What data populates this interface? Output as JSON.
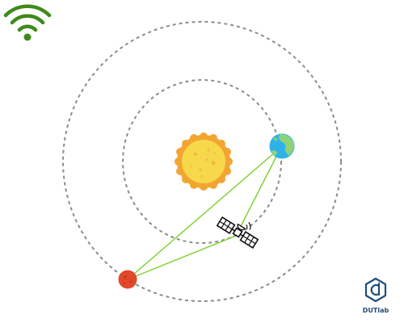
{
  "brand": {
    "logo_text": "DUTlab",
    "logo_color": "#1f4e79"
  },
  "icons": {
    "status": "wifi-icon",
    "center_body": "sun-icon",
    "inner_planet": "earth-icon",
    "outer_planet": "mars-icon",
    "relay": "satellite-icon"
  },
  "colors": {
    "wifi": "#3f8a1a",
    "orbit": "#8c8c8c",
    "link": "#7ad12b",
    "sun_core": "#f7d84a",
    "sun_rim": "#f3a532",
    "earth_ocean": "#2fb2e8",
    "earth_land": "#8fd27a",
    "mars": "#e2482a"
  },
  "diagram": {
    "links": [
      {
        "from": "mars",
        "to": "earth"
      },
      {
        "from": "mars",
        "to": "satellite"
      },
      {
        "from": "satellite",
        "to": "earth"
      }
    ]
  }
}
